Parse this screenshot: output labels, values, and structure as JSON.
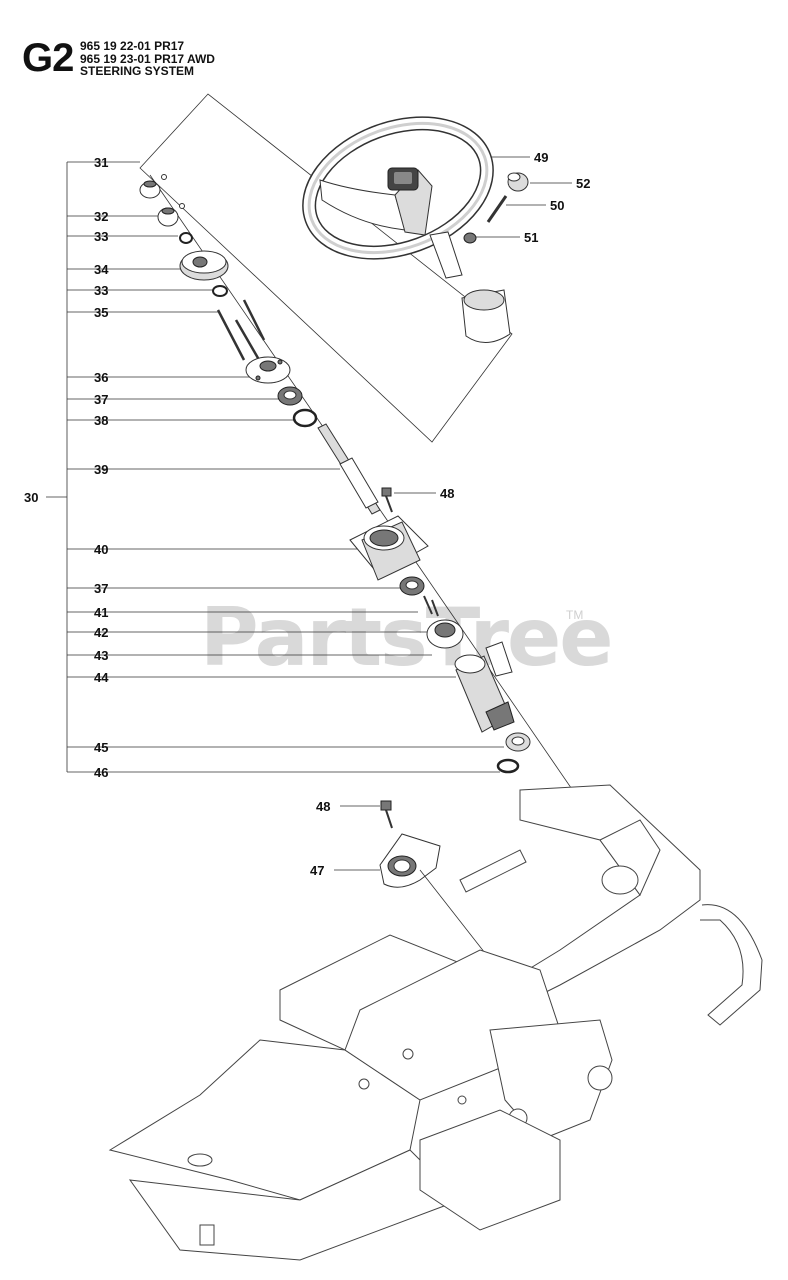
{
  "header": {
    "section_code": "G2",
    "lines": [
      "965 19 22-01 PR17",
      "965 19 23-01 PR17 AWD",
      "STEERING SYSTEM"
    ]
  },
  "watermark": {
    "text": "PartsTree",
    "tm": "TM"
  },
  "callouts": {
    "c30": "30",
    "c31": "31",
    "c32": "32",
    "c33a": "33",
    "c34": "34",
    "c33b": "33",
    "c35": "35",
    "c36": "36",
    "c37a": "37",
    "c38": "38",
    "c39": "39",
    "c40": "40",
    "c37b": "37",
    "c41": "41",
    "c42": "42",
    "c43": "43",
    "c44": "44",
    "c45": "45",
    "c46": "46",
    "c47": "47",
    "c48a": "48",
    "c48b": "48",
    "c49": "49",
    "c50": "50",
    "c51": "51",
    "c52": "52"
  }
}
